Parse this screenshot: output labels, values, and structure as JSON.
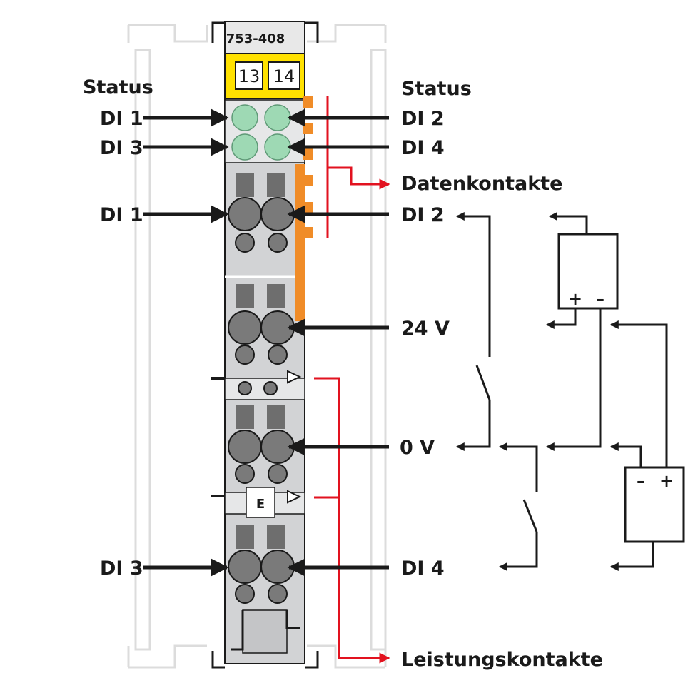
{
  "module": {
    "part_number": "753-408",
    "channel_numbers": [
      "13",
      "14"
    ],
    "marker": "E"
  },
  "labels": {
    "status_left": "Status",
    "status_right": "Status",
    "di1_led": "DI 1",
    "di2_led": "DI 2",
    "di3_led": "DI 3",
    "di4_led": "DI 4",
    "data_contacts": "Datenkontakte",
    "di1_term": "DI 1",
    "di2_term": "DI 2",
    "v24": "24 V",
    "v0": "0 V",
    "di3_term": "DI 3",
    "di4_term": "DI 4",
    "power_contacts": "Leistungskontakte"
  },
  "supply_top": {
    "plus": "+",
    "minus": "–"
  },
  "supply_bottom": {
    "minus": "–",
    "plus": "+"
  },
  "colors": {
    "housing": "#d2d3d5",
    "yellow": "#ffe100",
    "led_green": "#9ed9b4",
    "orange": "#f08c28",
    "red": "#e2121f",
    "dark": "#1a1a1a",
    "terminal": "#6e6e6e"
  }
}
